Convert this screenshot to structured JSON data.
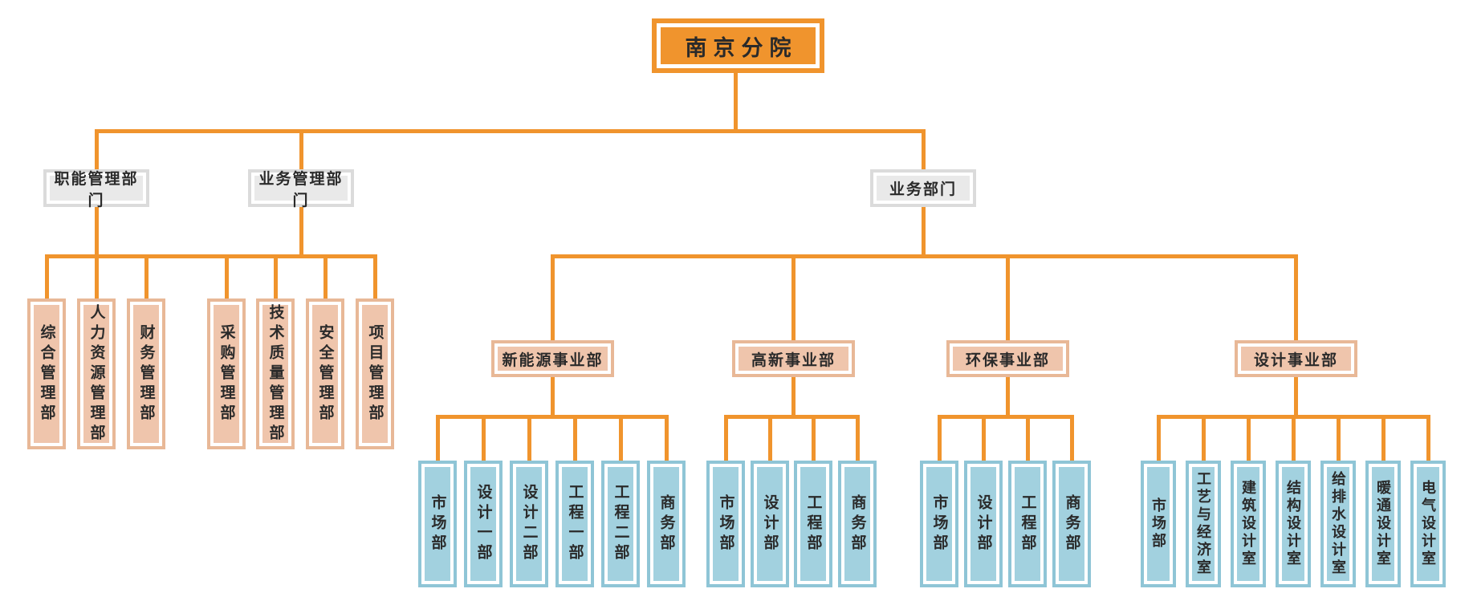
{
  "chart": {
    "type": "org-chart",
    "colors": {
      "connector": "#F0942D",
      "root_fill": "#F0942D",
      "group_fill": "#E9E9E9",
      "department_fill": "#EFC5AC",
      "office_fill": "#A2D1DF",
      "text": "#2A2A2A"
    },
    "root": {
      "label": "南京分院",
      "children": [
        {
          "label": "职能管理部门",
          "children": [
            {
              "label": "综合管理部"
            },
            {
              "label": "人力资源管理部"
            },
            {
              "label": "财务管理部"
            }
          ]
        },
        {
          "label": "业务管理部门",
          "children": [
            {
              "label": "采购管理部"
            },
            {
              "label": "技术质量管理部"
            },
            {
              "label": "安全管理部"
            },
            {
              "label": "项目管理部"
            }
          ]
        },
        {
          "label": "业务部门",
          "children": [
            {
              "label": "新能源事业部",
              "children": [
                {
                  "label": "市场部"
                },
                {
                  "label": "设计一部"
                },
                {
                  "label": "设计二部"
                },
                {
                  "label": "工程一部"
                },
                {
                  "label": "工程二部"
                },
                {
                  "label": "商务部"
                }
              ]
            },
            {
              "label": "高新事业部",
              "children": [
                {
                  "label": "市场部"
                },
                {
                  "label": "设计部"
                },
                {
                  "label": "工程部"
                },
                {
                  "label": "商务部"
                }
              ]
            },
            {
              "label": "环保事业部",
              "children": [
                {
                  "label": "市场部"
                },
                {
                  "label": "设计部"
                },
                {
                  "label": "工程部"
                },
                {
                  "label": "商务部"
                }
              ]
            },
            {
              "label": "设计事业部",
              "children": [
                {
                  "label": "市场部"
                },
                {
                  "label": "工艺与经济室"
                },
                {
                  "label": "建筑设计室"
                },
                {
                  "label": "结构设计室"
                },
                {
                  "label": "给排水设计室"
                },
                {
                  "label": "暖通设计室"
                },
                {
                  "label": "电气设计室"
                }
              ]
            }
          ]
        }
      ]
    }
  }
}
